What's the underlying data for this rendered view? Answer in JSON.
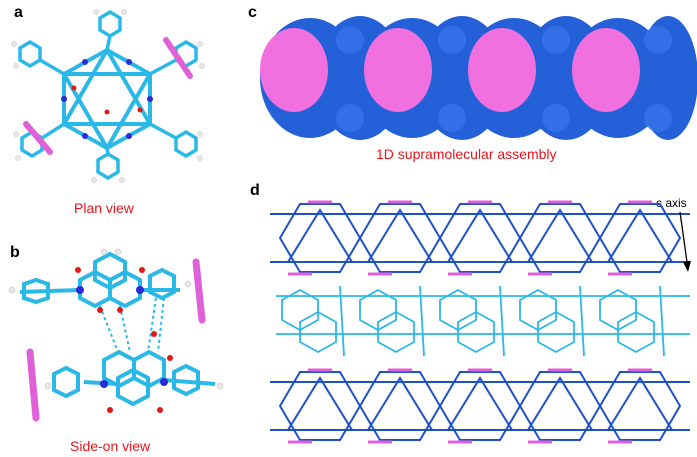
{
  "figure": {
    "panels": {
      "a": {
        "label": "a",
        "caption": "Plan view"
      },
      "b": {
        "label": "b",
        "caption": "Side-on view"
      },
      "c": {
        "label": "c",
        "caption": "1D supramolecular assembly"
      },
      "d": {
        "label": "d",
        "annotation": "c axis"
      }
    }
  },
  "colors": {
    "cyan_bond": "#2ab8e6",
    "magenta_guest": "#e060d8",
    "blue_space_fill": "#2460d8",
    "pink_space_fill": "#f070e0",
    "nitrogen": "#2a2ad8",
    "oxygen": "#e01818",
    "hydrogen": "#e8e8e8",
    "caption_red": "#e8141c",
    "lattice_blue": "#1e50c8"
  }
}
